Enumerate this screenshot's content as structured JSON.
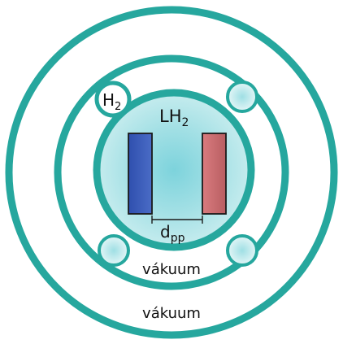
{
  "labels": {
    "h2_gas": "H",
    "h2_gas_sub": "2",
    "lh2": "LH",
    "lh2_sub": "2",
    "gap": "d",
    "gap_sub": "pp",
    "vacuum_inner": "vákuum",
    "vacuum_outer": "vákuum"
  },
  "colors": {
    "ring": "#26a79e",
    "core_center": "#7dd3dc",
    "core_edge": "#c6ecee",
    "bubble_center": "#9fdfe4",
    "bubble_edge": "#e4f6f7",
    "plate_left": "#3d5cb8",
    "plate_right": "#c96a6e",
    "text": "#111111"
  }
}
